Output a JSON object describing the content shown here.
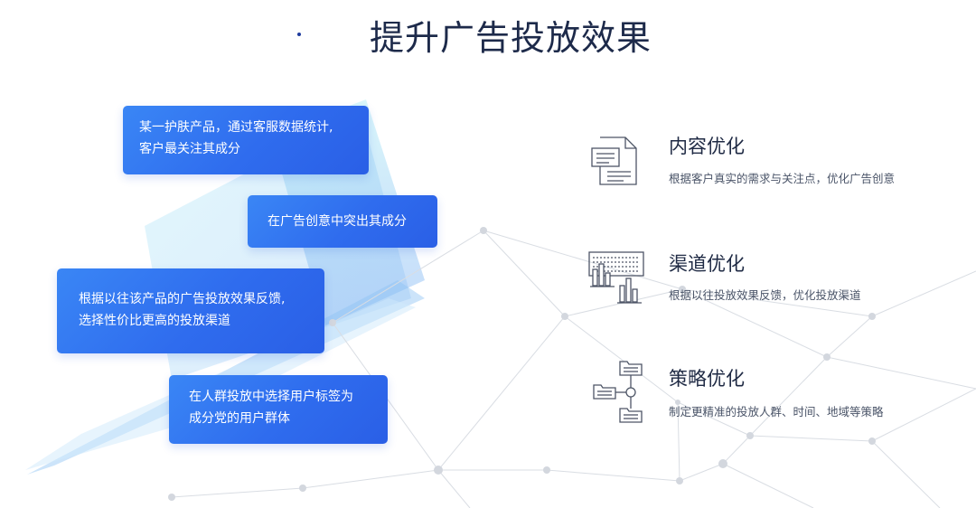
{
  "title": "提升广告投放效果",
  "bubbles": [
    {
      "line1": "某一护肤产品，通过客服数据统计,",
      "line2": "客户最关注其成分"
    },
    {
      "line1": "在广告创意中突出其成分"
    },
    {
      "line1": "根据以往该产品的广告投放效果反馈,",
      "line2": "选择性价比更高的投放渠道"
    },
    {
      "line1": "在人群投放中选择用户标签为",
      "line2": "成分党的用户群体"
    }
  ],
  "features": [
    {
      "title": "内容优化",
      "desc": "根据客户真实的需求与关注点，优化广告创意",
      "icon": "document-icon"
    },
    {
      "title": "渠道优化",
      "desc": "根据以往投放效果反馈，优化投放渠道",
      "icon": "bar-chart-icon"
    },
    {
      "title": "策略优化",
      "desc": "制定更精准的投放人群、时间、地域等策略",
      "icon": "folder-tree-icon"
    }
  ],
  "colors": {
    "bubble_blue": "#2f6cee",
    "title_dark": "#1d2a4a",
    "icon_gray": "#4d5566"
  }
}
